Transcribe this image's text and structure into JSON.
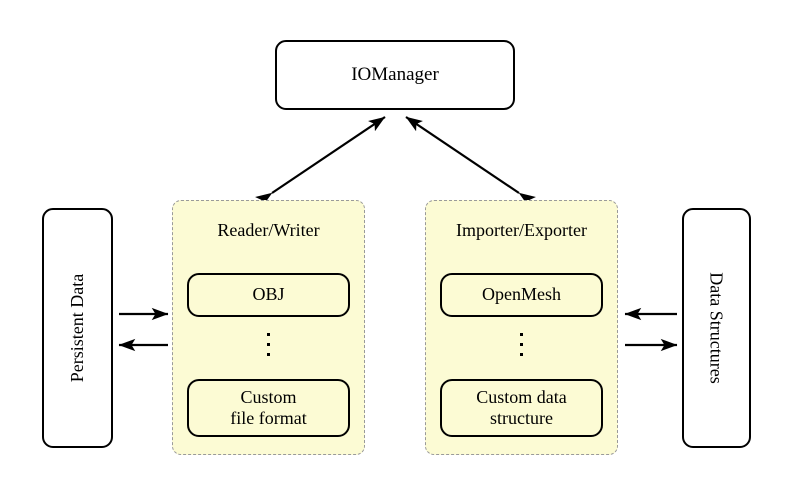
{
  "diagram": {
    "title_box": {
      "label": "IOManager"
    },
    "left_store": {
      "label": "Persistent Data",
      "orientation": "vertical-ccw"
    },
    "right_store": {
      "label": "Data Structures",
      "orientation": "vertical-cw"
    },
    "panels": [
      {
        "id": "reader-writer",
        "title": "Reader/Writer",
        "top_item": "OBJ",
        "ellipsis": "vertical-dots",
        "bottom_item_line1": "Custom",
        "bottom_item_line2": "file format"
      },
      {
        "id": "importer-exporter",
        "title": "Importer/Exporter",
        "top_item": "OpenMesh",
        "ellipsis": "vertical-dots",
        "bottom_item_line1": "Custom data",
        "bottom_item_line2": "structure"
      }
    ],
    "connections": [
      {
        "id": "io-to-reader-writer",
        "from": "IOManager",
        "to": "Reader/Writer",
        "style": "double-headed"
      },
      {
        "id": "io-to-importer-exporter",
        "from": "IOManager",
        "to": "Importer/Exporter",
        "style": "double-headed"
      },
      {
        "id": "persistent-data-to-reader",
        "from": "Persistent Data",
        "to": "Reader/Writer",
        "style": "single-headed-right"
      },
      {
        "id": "reader-to-persistent-data",
        "from": "Reader/Writer",
        "to": "Persistent Data",
        "style": "single-headed-left"
      },
      {
        "id": "data-structures-to-importer",
        "from": "Data Structures",
        "to": "Importer/Exporter",
        "style": "single-headed-left"
      },
      {
        "id": "importer-to-data-structures",
        "from": "Importer/Exporter",
        "to": "Data Structures",
        "style": "single-headed-right"
      }
    ],
    "colors": {
      "panel_fill": "#fcfbd4",
      "panel_border": "#9a9a9a",
      "box_border": "#000000",
      "background": "#ffffff"
    }
  }
}
